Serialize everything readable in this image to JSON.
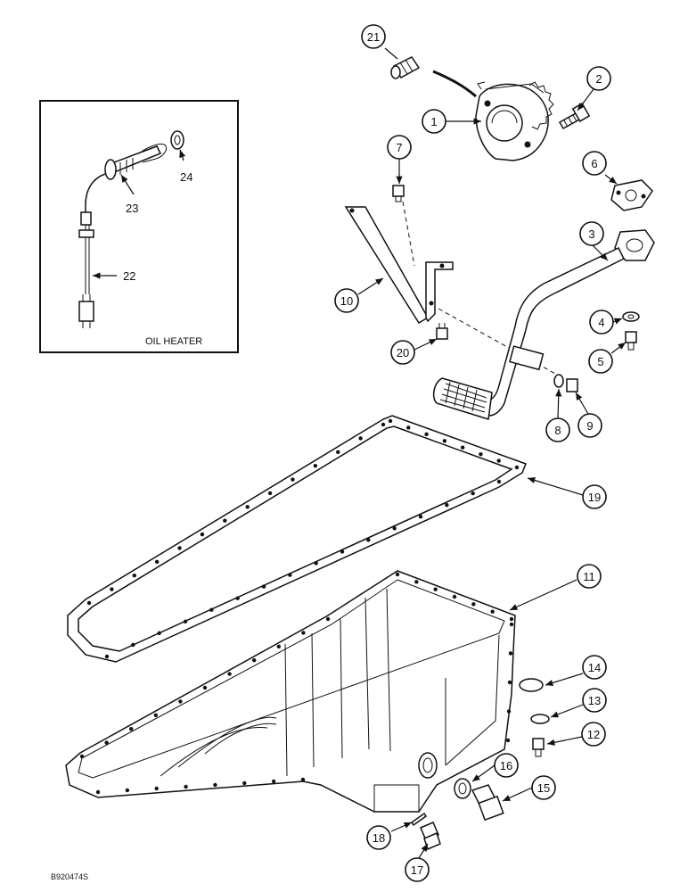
{
  "inset": {
    "caption": "OIL HEATER"
  },
  "figure_code": "B920474S",
  "callouts": [
    "1",
    "2",
    "3",
    "4",
    "5",
    "6",
    "7",
    "8",
    "9",
    "10",
    "11",
    "12",
    "13",
    "14",
    "15",
    "16",
    "17",
    "18",
    "19",
    "20",
    "21",
    "22",
    "23",
    "24"
  ]
}
